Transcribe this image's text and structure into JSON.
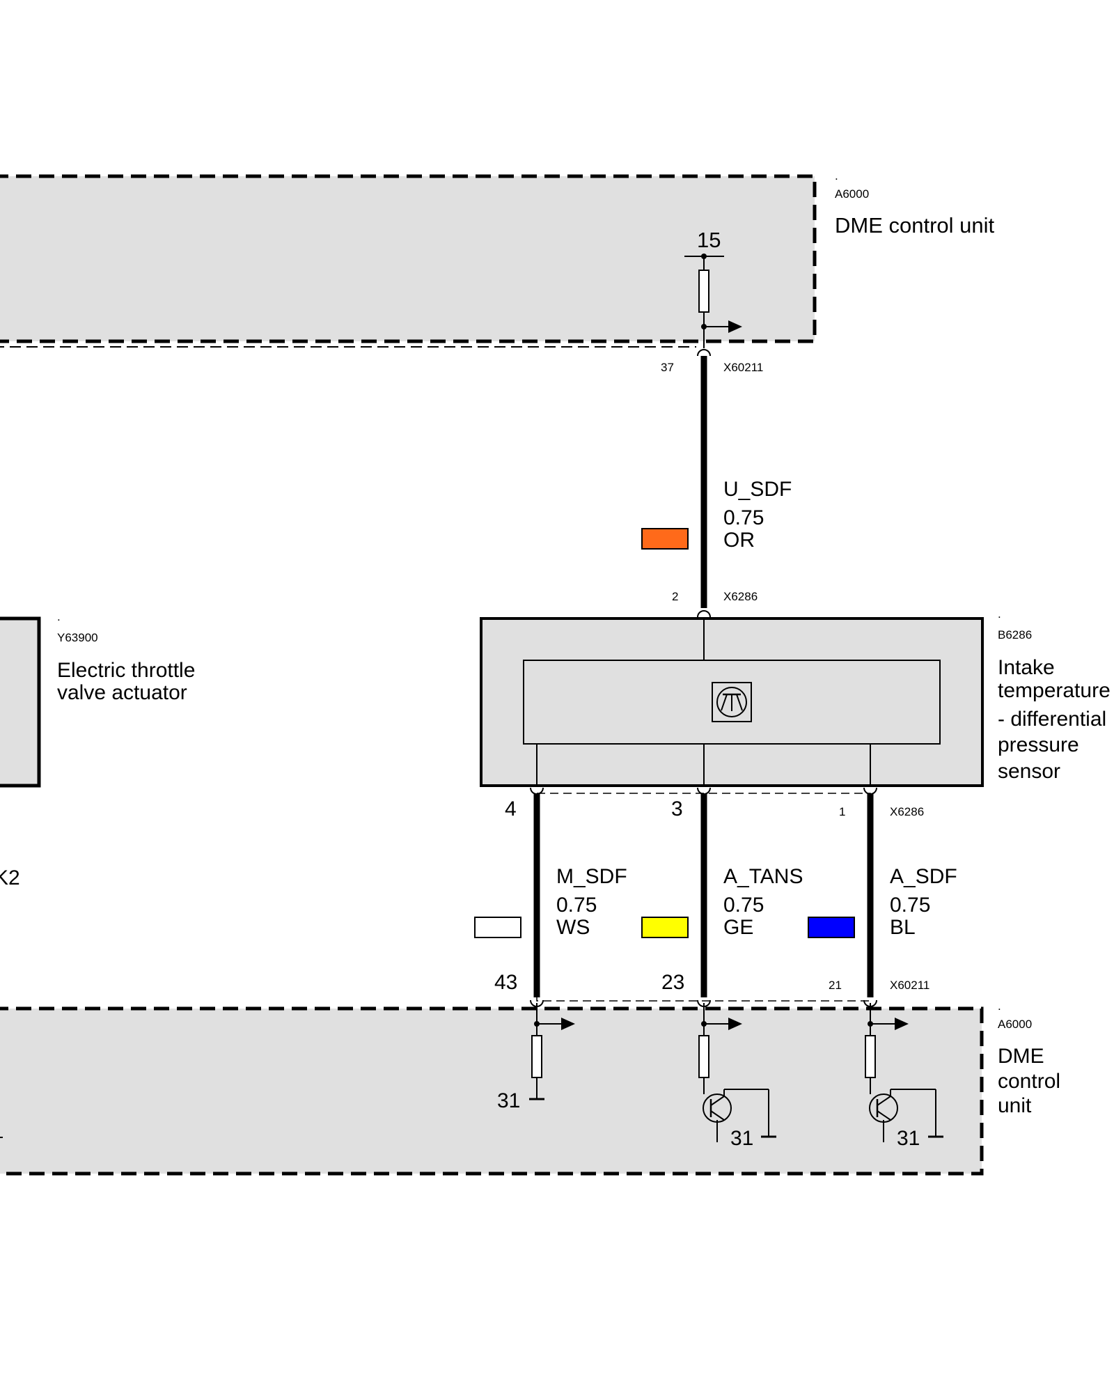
{
  "top_unit": {
    "dot": ".",
    "id": "A6000",
    "name": "DME control unit",
    "pin_label": "15"
  },
  "top_connector": {
    "pin": "37",
    "id": "X60211"
  },
  "wire_u_sdf": {
    "name": "U_SDF",
    "size": "0.75",
    "color_code": "OR",
    "swatch": "#ff6a1a"
  },
  "sensor_connector_top": {
    "pin": "2",
    "id": "X6286"
  },
  "throttle": {
    "dot": ".",
    "id": "Y63900",
    "name_line1": "Electric throttle",
    "name_line2": "valve actuator"
  },
  "sensor": {
    "dot": ".",
    "id": "B6286",
    "name_lines": [
      "Intake",
      "temperature",
      "- differential",
      "pressure",
      "sensor"
    ]
  },
  "sensor_connector_bottom": {
    "pins": [
      "4",
      "3",
      "1"
    ],
    "id": "X6286"
  },
  "partial_left_text": "K2",
  "wire_m_sdf": {
    "name": "M_SDF",
    "size": "0.75",
    "color_code": "WS",
    "swatch": "#ffffff"
  },
  "wire_a_tans": {
    "name": "A_TANS",
    "size": "0.75",
    "color_code": "GE",
    "swatch": "#ffff00"
  },
  "wire_a_sdf": {
    "name": "A_SDF",
    "size": "0.75",
    "color_code": "BL",
    "swatch": "#0000ff"
  },
  "bottom_connector": {
    "pins": [
      "43",
      "23",
      "21"
    ],
    "id": "X60211"
  },
  "bottom_unit": {
    "dot": ".",
    "id": "A6000",
    "name_lines": [
      "DME",
      "control",
      "unit"
    ]
  },
  "ground_labels": [
    "31",
    "31",
    "31"
  ]
}
